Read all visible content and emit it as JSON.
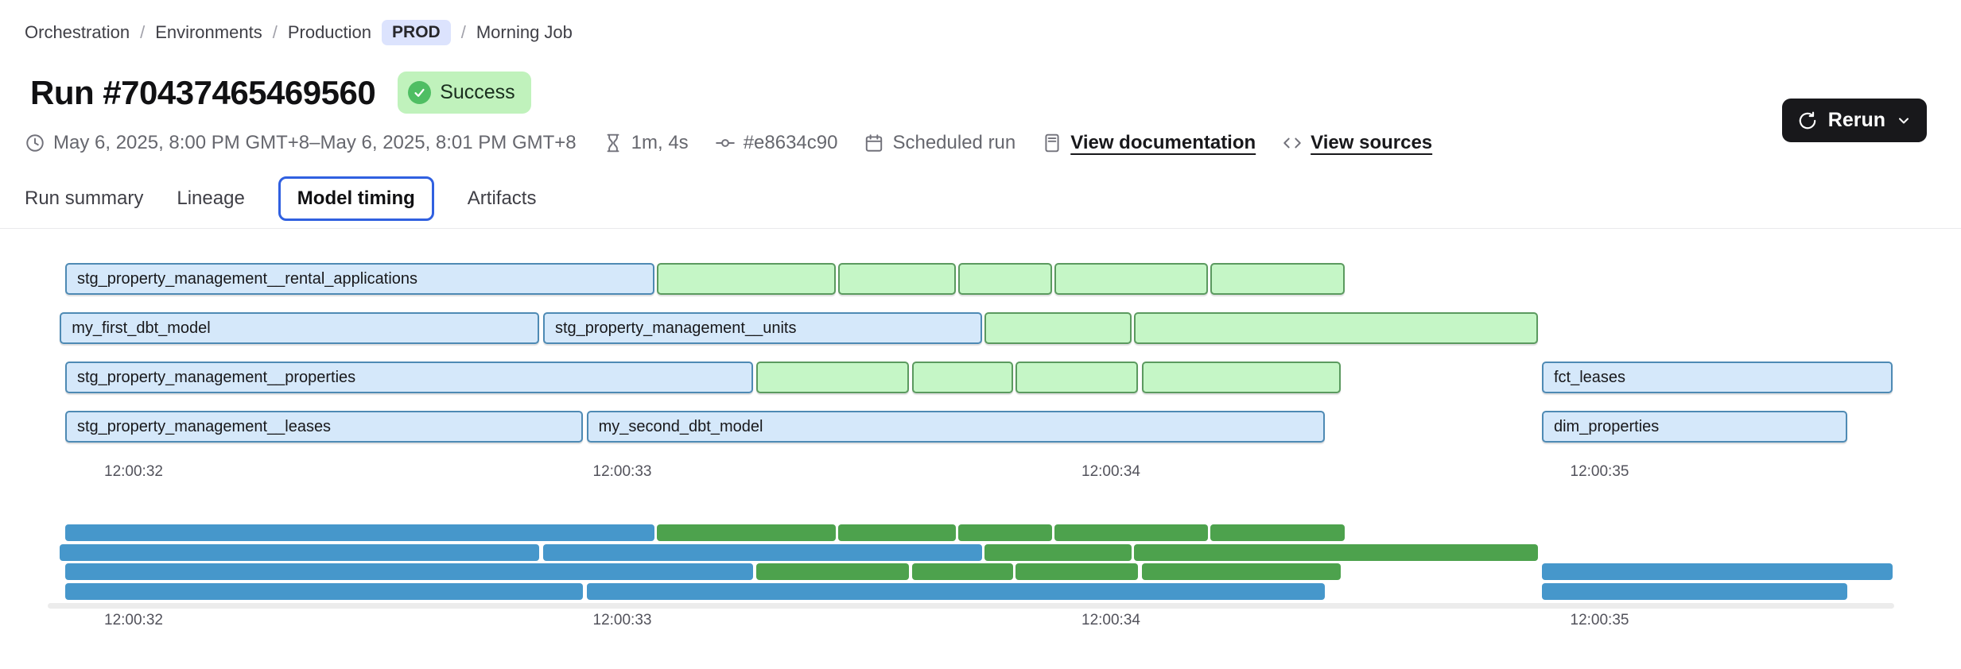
{
  "header": {
    "breadcrumb": [
      {
        "label": "Orchestration"
      },
      {
        "label": "Environments"
      },
      {
        "label": "Production",
        "badge": "PROD"
      },
      {
        "label": "Morning Job"
      }
    ],
    "title": "Run #70437465469560",
    "status": "Success",
    "rerun_label": "Rerun"
  },
  "meta": {
    "date_range": "May 6, 2025, 8:00 PM GMT+8–May 6, 2025, 8:01 PM GMT+8",
    "duration": "1m, 4s",
    "commit": "#e8634c90",
    "trigger": "Scheduled run",
    "documentation_link": "View documentation",
    "sources_link": "View sources"
  },
  "tabs": [
    {
      "label": "Run summary",
      "active": false
    },
    {
      "label": "Lineage",
      "active": false
    },
    {
      "label": "Model timing",
      "active": true
    },
    {
      "label": "Artifacts",
      "active": false
    }
  ],
  "chart_data": {
    "type": "gantt",
    "subcharts": [
      "labeled model timing gantt",
      "condensed navigator strip"
    ],
    "x_ticks": [
      {
        "label": "12:00:32",
        "t": 32
      },
      {
        "label": "12:00:33",
        "t": 33
      },
      {
        "label": "12:00:34",
        "t": 34
      },
      {
        "label": "12:00:35",
        "t": 35
      }
    ],
    "rows": [
      [
        {
          "label": "stg_property_management__rental_applications",
          "start": 31.86,
          "end": 33.066,
          "color": "blue"
        },
        {
          "label": "",
          "start": 33.071,
          "end": 33.437,
          "color": "green"
        },
        {
          "label": "",
          "start": 33.442,
          "end": 33.683,
          "color": "green"
        },
        {
          "label": "",
          "start": 33.688,
          "end": 33.88,
          "color": "green"
        },
        {
          "label": "",
          "start": 33.884,
          "end": 34.198,
          "color": "green"
        },
        {
          "label": "",
          "start": 34.203,
          "end": 34.478,
          "color": "green"
        }
      ],
      [
        {
          "label": "my_first_dbt_model",
          "start": 31.849,
          "end": 32.83,
          "color": "blue"
        },
        {
          "label": "stg_property_management__units",
          "start": 32.838,
          "end": 33.736,
          "color": "blue"
        },
        {
          "label": "",
          "start": 33.741,
          "end": 34.042,
          "color": "green"
        },
        {
          "label": "",
          "start": 34.047,
          "end": 34.874,
          "color": "green"
        }
      ],
      [
        {
          "label": "stg_property_management__properties",
          "start": 31.86,
          "end": 33.268,
          "color": "blue"
        },
        {
          "label": "",
          "start": 33.274,
          "end": 33.587,
          "color": "green"
        },
        {
          "label": "",
          "start": 33.593,
          "end": 33.8,
          "color": "green"
        },
        {
          "label": "",
          "start": 33.805,
          "end": 34.055,
          "color": "green"
        },
        {
          "label": "",
          "start": 34.063,
          "end": 34.47,
          "color": "green"
        },
        {
          "label": "fct_leases",
          "start": 34.882,
          "end": 35.6,
          "color": "blue"
        }
      ],
      [
        {
          "label": "stg_property_management__leases",
          "start": 31.86,
          "end": 32.919,
          "color": "blue"
        },
        {
          "label": "my_second_dbt_model",
          "start": 32.927,
          "end": 34.437,
          "color": "blue"
        },
        {
          "label": "dim_properties",
          "start": 34.882,
          "end": 35.507,
          "color": "blue"
        }
      ]
    ],
    "palette": {
      "bar_blue_fill": "#d5e8fa",
      "bar_blue_border": "#4e8ab4",
      "bar_green_fill": "#c5f6c6",
      "bar_green_border": "#5b9a5f",
      "nav_blue": "#4697cb",
      "nav_green": "#4da24d",
      "status_green_bg": "#c0f2bc",
      "status_check_green": "#4fbe63",
      "prod_badge_bg": "#dce3fd",
      "active_tab_border": "#3060e0",
      "rerun_button_bg": "#18181b"
    }
  }
}
